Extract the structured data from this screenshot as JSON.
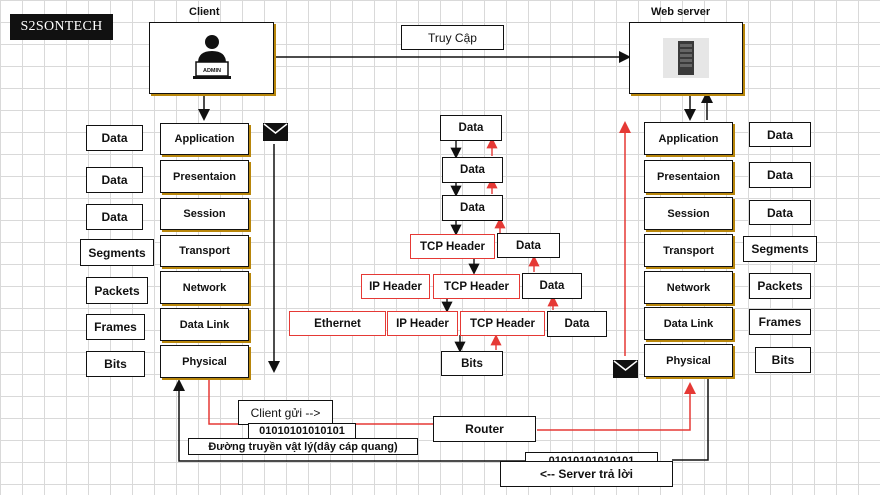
{
  "logo": "S2SONTECH",
  "client_label": "Client",
  "server_label": "Web server",
  "admin_text": "ADMIN",
  "access_label": "Truy Cập",
  "client_layers": [
    "Application",
    "Presentaion",
    "Session",
    "Transport",
    "Network",
    "Data Link",
    "Physical"
  ],
  "client_pdus": [
    "Data",
    "Data",
    "Data",
    "Segments",
    "Packets",
    "Frames",
    "Bits"
  ],
  "server_layers": [
    "Application",
    "Presentaion",
    "Session",
    "Transport",
    "Network",
    "Data Link",
    "Physical"
  ],
  "server_pdus": [
    "Data",
    "Data",
    "Data",
    "Segments",
    "Packets",
    "Frames",
    "Bits"
  ],
  "encap": {
    "data1": "Data",
    "data2": "Data",
    "data3": "Data",
    "tcp1": "TCP Header",
    "data4": "Data",
    "ip2": "IP Header",
    "tcp2": "TCP Header",
    "data5": "Data",
    "eth": "Ethernet",
    "ip3": "IP Header",
    "tcp3": "TCP Header",
    "data6": "Data",
    "bits": "Bits"
  },
  "bottom": {
    "client_send": "Client gửi -->",
    "bits_client": "01010101010101",
    "medium": "Đường truyền vật lý(dây cáp quang)",
    "router": "Router",
    "bits_server": "01010101010101",
    "server_reply": "<-- Server trả lời"
  },
  "colors": {
    "accent_line": "#e53935",
    "layer_shadow": "#b8860b",
    "line": "#111111"
  }
}
